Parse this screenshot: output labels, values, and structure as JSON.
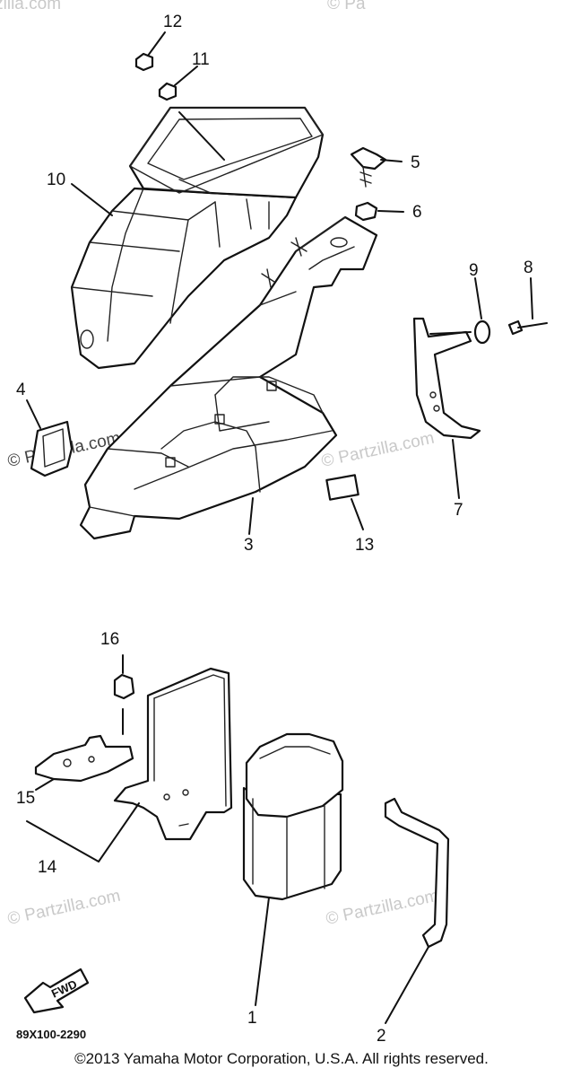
{
  "labels": {
    "p1": "1",
    "p2": "2",
    "p3": "3",
    "p4": "4",
    "p5": "5",
    "p6": "6",
    "p7": "7",
    "p8": "8",
    "p9": "9",
    "p10": "10",
    "p11": "11",
    "p12": "12",
    "p13": "13",
    "p14": "14",
    "p15": "15",
    "p16": "16"
  },
  "watermark": "© Partzilla.com",
  "watermark_short": "© Pa",
  "fwd_text": "FWD",
  "diagram_code": "89X100-2290",
  "copyright": "©2013  Yamaha Motor Corporation, U.S.A. All rights reserved."
}
